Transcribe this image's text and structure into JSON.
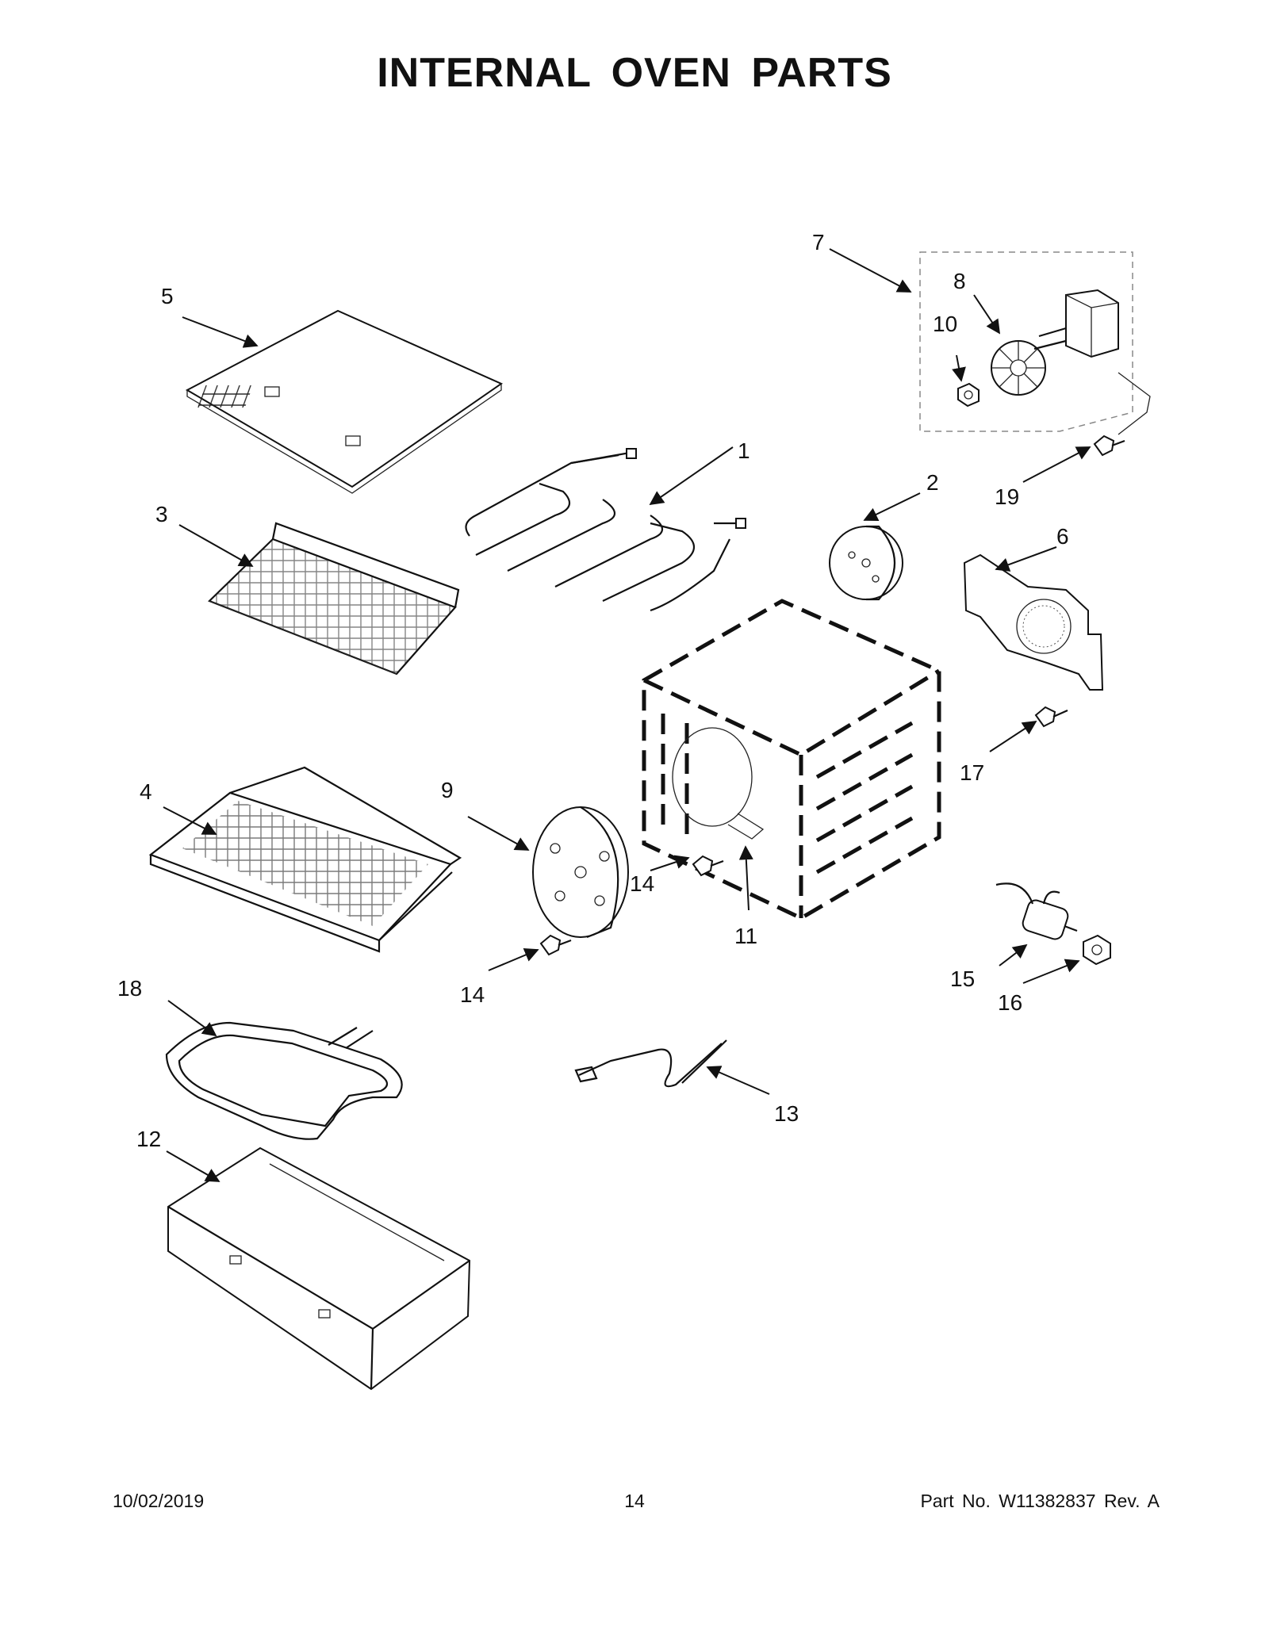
{
  "title": "INTERNAL OVEN PARTS",
  "footer": {
    "date": "10/02/2019",
    "page": "14",
    "part": "Part No.  W11382837  Rev.  A"
  },
  "callouts": {
    "c1": "1",
    "c2": "2",
    "c3": "3",
    "c4": "4",
    "c5": "5",
    "c6": "6",
    "c7": "7",
    "c8": "8",
    "c9": "9",
    "c10": "10",
    "c11": "11",
    "c12": "12",
    "c13": "13",
    "c14a": "14",
    "c14b": "14",
    "c15": "15",
    "c16": "16",
    "c17": "17",
    "c18": "18",
    "c19": "19"
  }
}
